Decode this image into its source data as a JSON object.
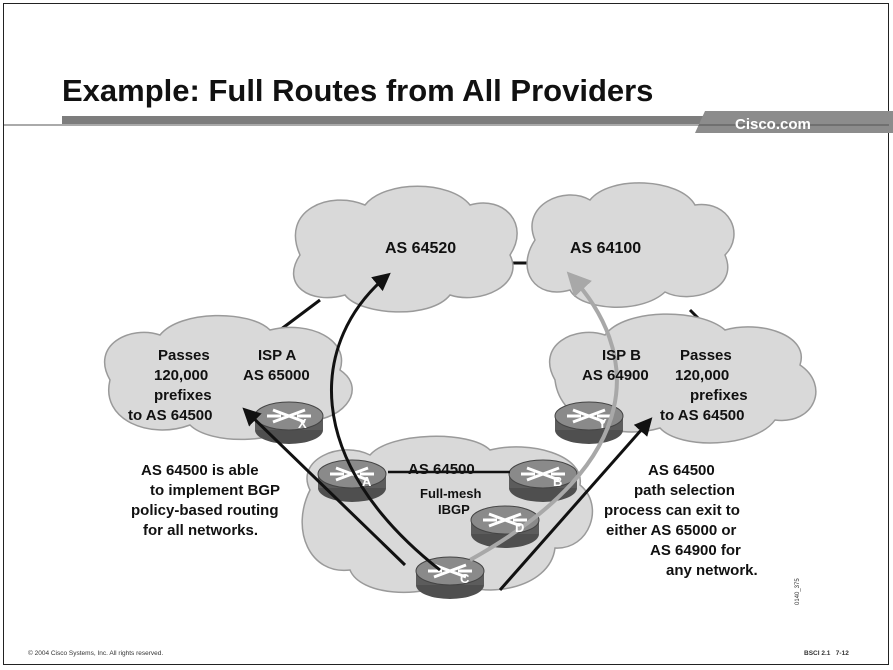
{
  "title": "Example: Full Routes from All Providers",
  "brand": "Cisco.com",
  "footer": {
    "copyright": "© 2004 Cisco Systems, Inc. All rights reserved.",
    "course": "BSCI 2.1",
    "page": "7-12"
  },
  "diagram": {
    "clouds": {
      "as_64520": "AS 64520",
      "as_64100": "AS 64100",
      "isp_a": [
        "ISP A",
        "AS 65000"
      ],
      "isp_b": [
        "ISP B",
        "AS 64900"
      ],
      "core": "AS 64500"
    },
    "routers": {
      "x": "X",
      "y": "Y",
      "a": "A",
      "b": "B",
      "c": "C",
      "d": "D"
    },
    "ibgp_label": [
      "Full-mesh",
      "IBGP"
    ],
    "left_passes": [
      "Passes",
      "120,000",
      "prefixes",
      "to AS 64500"
    ],
    "right_passes": [
      "Passes",
      "120,000",
      "prefixes",
      "to AS 64500"
    ],
    "left_note": [
      "AS 64500 is able",
      "to implement BGP",
      "policy-based routing",
      "for all networks."
    ],
    "right_note": [
      "AS 64500",
      "path selection",
      "process can exit to",
      "either AS 65000 or",
      "AS 64900 for",
      "any network."
    ],
    "figure_id": "0140_375"
  },
  "colors": {
    "cloud": "#d9d9d9",
    "router": "#6e6e6e",
    "arrow_black": "#111111",
    "arrow_gray": "#a8a8a8",
    "bar": "#7d7d7d"
  }
}
